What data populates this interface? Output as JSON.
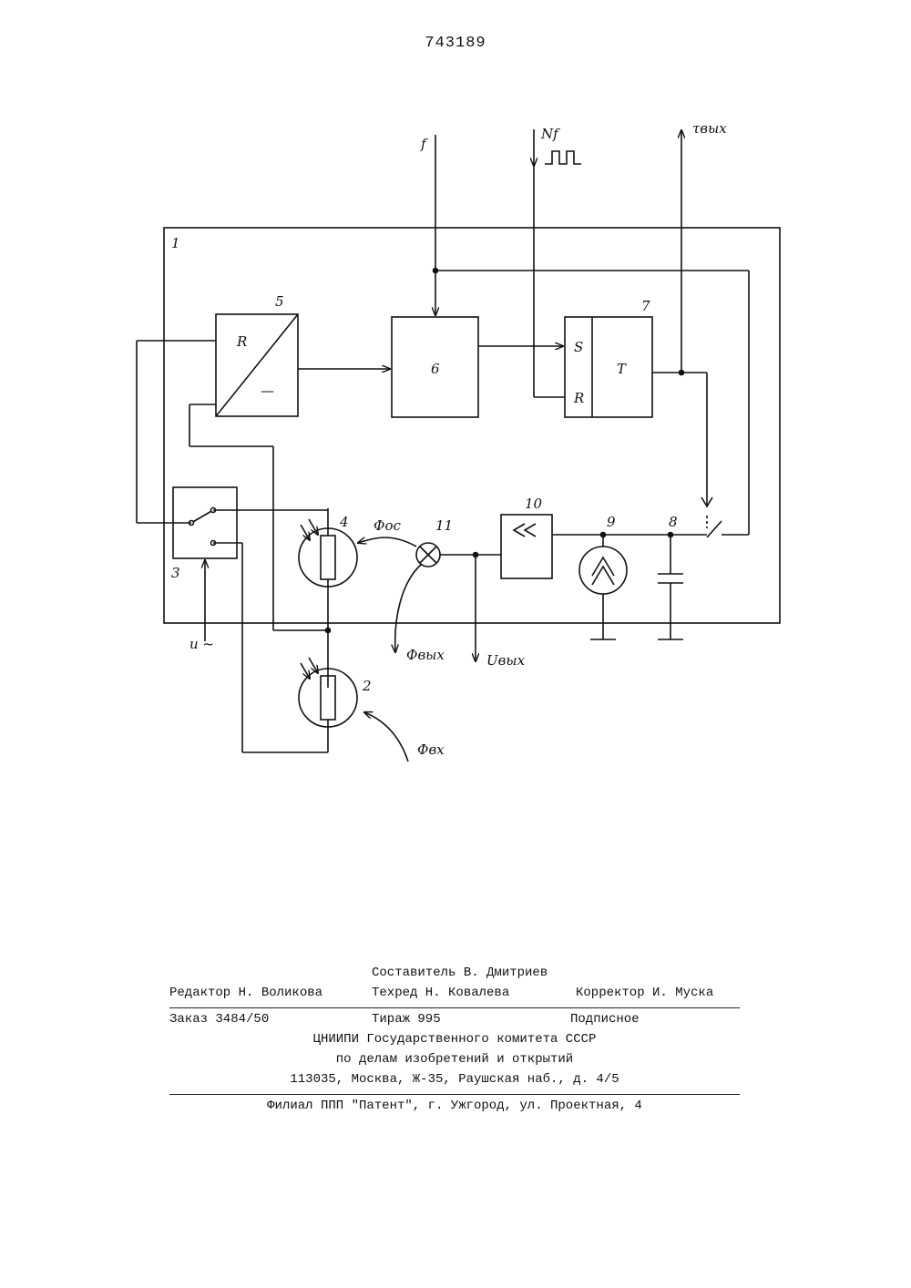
{
  "patent_number": "743189",
  "diagram": {
    "block_labels": {
      "b1": "1",
      "b2": "2",
      "b3": "3",
      "b4": "4",
      "b5": "5",
      "b6": "6",
      "b7": "7",
      "b8": "8",
      "b9": "9",
      "b10": "10",
      "b11": "11"
    },
    "converter_input": "R",
    "converter_output": "—",
    "trigger_set": "S",
    "trigger_reset": "R",
    "trigger_core": "T",
    "signals": {
      "f": "f",
      "nf": "Nf",
      "tau_out": "τвых",
      "u_ac": "u ~",
      "phi_oc": "Фос",
      "phi_out": "Фвых",
      "u_out": "Uвых",
      "phi_in": "Фвх"
    }
  },
  "footer": {
    "compiler": "Составитель В. Дмитриев",
    "editor": "Редактор Н. Воликова",
    "techred": "Техред Н. Ковалева",
    "corrector": "Корректор И. Муска",
    "order": "Заказ 3484/50",
    "circulation": "Тираж 995",
    "subscription": "Подписное",
    "org_line1": "ЦНИИПИ Государственного комитета СССР",
    "org_line2": "по делам изобретений и открытий",
    "address": "113035, Москва, Ж-35, Раушская наб., д. 4/5",
    "branch": "Филиал ППП \"Патент\", г. Ужгород, ул. Проектная, 4"
  }
}
